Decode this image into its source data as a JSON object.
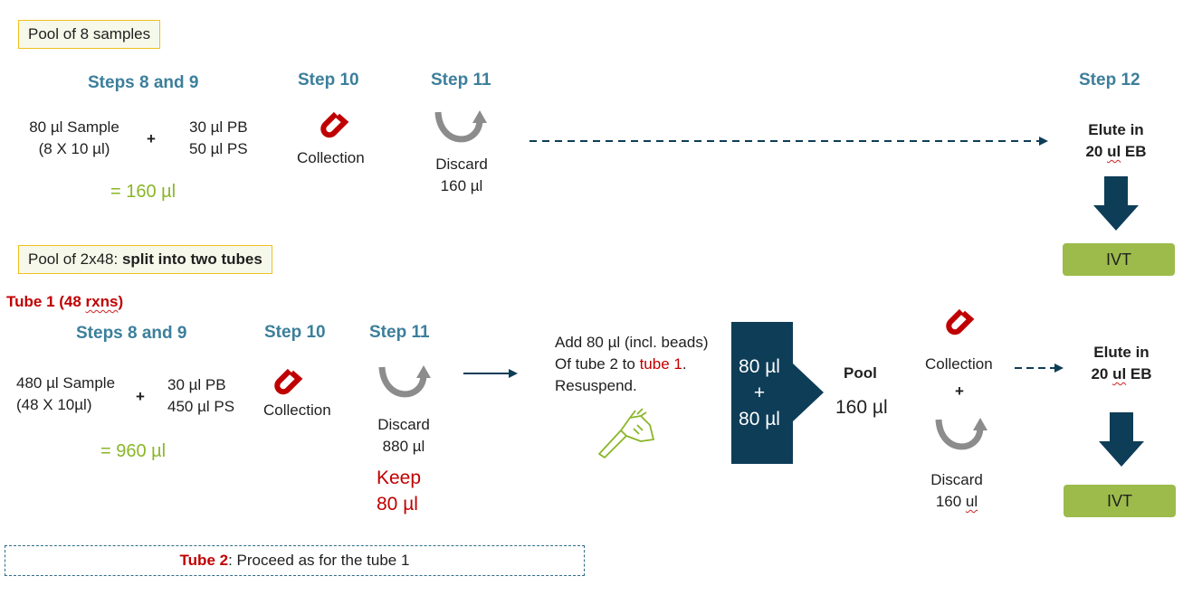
{
  "colors": {
    "step": "#3c7f9b",
    "green": "#8ab628",
    "red": "#c00000",
    "navy": "#0e3d57",
    "ivt": "#9cbb4a",
    "box_border": "#f0c020"
  },
  "top": {
    "pool_label": "Pool of 8 samples",
    "steps_8_9": "Steps 8 and 9",
    "sample_line1": "80 µl Sample",
    "sample_line2": "(8 X 10 µl)",
    "plus": "+",
    "pb": "30 µl PB",
    "ps": "50 µl PS",
    "total": "= 160 µl",
    "step10": "Step 10",
    "collection": "Collection",
    "step11": "Step 11",
    "discard": "Discard",
    "discard_vol": "160 µl",
    "step12": "Step 12",
    "elute_line1": "Elute in",
    "elute_line2_a": "20 ",
    "elute_line2_b": "ul",
    "elute_line2_c": " EB",
    "ivt": "IVT"
  },
  "bottom": {
    "pool_label_a": "Pool of 2x48: ",
    "pool_label_b": "split into two tubes",
    "tube1_a": "Tube 1 (48 ",
    "tube1_b": "rxns",
    "tube1_c": ")",
    "steps_8_9": "Steps 8 and 9",
    "sample_line1": "480 µl Sample",
    "sample_line2": "(48 X 10µl)",
    "plus": "+",
    "pb": "30 µl PB",
    "ps": "450 µl PS",
    "total": "= 960 µl",
    "step10": "Step 10",
    "collection": "Collection",
    "step11": "Step 11",
    "discard": "Discard",
    "discard_vol": "880 µl",
    "keep": "Keep",
    "keep_vol": "80 µl",
    "add_line1": "Add 80 µl (incl. beads)",
    "add_line2_a": "Of tube 2 to  ",
    "add_line2_b": "tube 1",
    "add_line2_c": ".",
    "add_line3": "Resuspend.",
    "arrow_top": "80 µl",
    "arrow_plus": "+",
    "arrow_bottom": "80 µl",
    "pool": "Pool",
    "pool_vol": "160 µl",
    "collection2": "Collection",
    "plus2": "+",
    "discard2": "Discard",
    "discard2_vol_a": "160 ",
    "discard2_vol_b": "ul",
    "elute_line1": "Elute in",
    "elute_line2_a": "20 ",
    "elute_line2_b": "ul",
    "elute_line2_c": " EB",
    "ivt": "IVT",
    "tube2_a": "Tube 2",
    "tube2_b": ": Proceed as for the tube 1"
  }
}
